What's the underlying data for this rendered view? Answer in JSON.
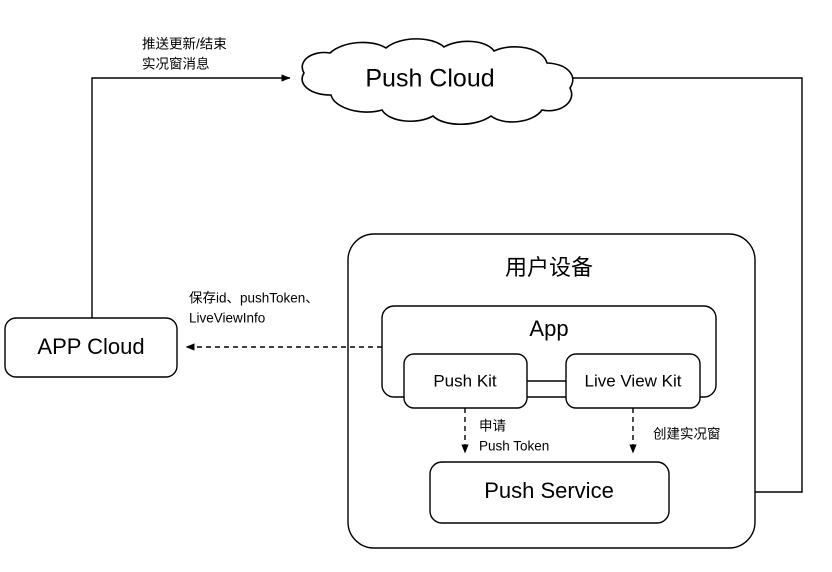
{
  "diagram": {
    "title": "Push Cloud / Live View push flow",
    "background_color": "#ffffff",
    "stroke_color": "#000000",
    "nodes": {
      "push_cloud": {
        "label": "Push Cloud",
        "shape": "cloud"
      },
      "app_cloud": {
        "label": "APP Cloud",
        "shape": "rounded-rect"
      },
      "user_device": {
        "label": "用户设备",
        "shape": "rounded-rect-container"
      },
      "app": {
        "label": "App",
        "shape": "rounded-rect-container"
      },
      "push_kit": {
        "label": "Push Kit",
        "shape": "rounded-rect"
      },
      "live_view_kit": {
        "label": "Live View Kit",
        "shape": "rounded-rect"
      },
      "push_service": {
        "label": "Push Service",
        "shape": "rounded-rect"
      }
    },
    "edge_labels": {
      "push_update_line1": "推送更新/结束",
      "push_update_line2": "实况窗消息",
      "save_info_line1": "保存id、pushToken、",
      "save_info_line2": "LiveViewInfo",
      "apply_token_line1": "申请",
      "apply_token_line2": "Push Token",
      "create_live_view": "创建实况窗"
    },
    "edges": [
      {
        "name": "app-cloud-to-push-cloud",
        "from": "app_cloud",
        "to": "push_cloud",
        "style": "solid",
        "arrow": true
      },
      {
        "name": "push-cloud-to-push-service",
        "from": "push_cloud",
        "to": "push_service",
        "style": "solid",
        "arrow": true
      },
      {
        "name": "app-to-app-cloud",
        "from": "app",
        "to": "app_cloud",
        "style": "dashed",
        "arrow": true
      },
      {
        "name": "push-kit-to-push-service",
        "from": "push_kit",
        "to": "push_service",
        "style": "dashed",
        "arrow": true
      },
      {
        "name": "live-view-kit-to-push-service",
        "from": "live_view_kit",
        "to": "push_service",
        "style": "dashed",
        "arrow": true
      },
      {
        "name": "push-kit-to-live-view-kit",
        "from": "push_kit",
        "to": "live_view_kit",
        "style": "solid",
        "arrow": false
      }
    ]
  }
}
